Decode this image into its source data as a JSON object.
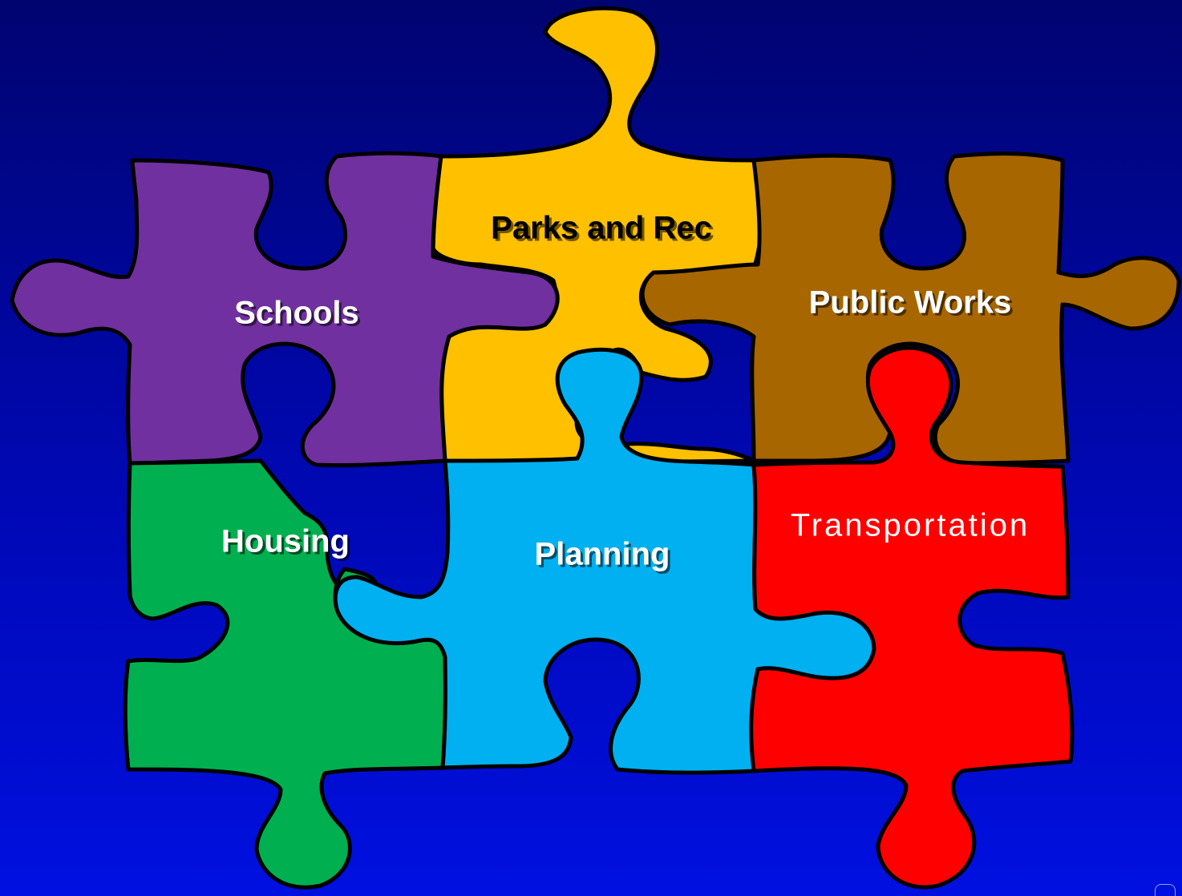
{
  "pieces": {
    "schools": {
      "label": "Schools",
      "color": "#7030a0"
    },
    "parks": {
      "label": "Parks and Rec",
      "color": "#ffc000"
    },
    "public_works": {
      "label": "Public Works",
      "color": "#a86600"
    },
    "housing": {
      "label": "Housing",
      "color": "#00b050"
    },
    "planning": {
      "label": "Planning",
      "color": "#00b0f0"
    },
    "transportation": {
      "label": "Transportation",
      "color": "#ff0000"
    }
  },
  "background": {
    "top_color": "#000470",
    "bottom_color": "#0010e0"
  }
}
